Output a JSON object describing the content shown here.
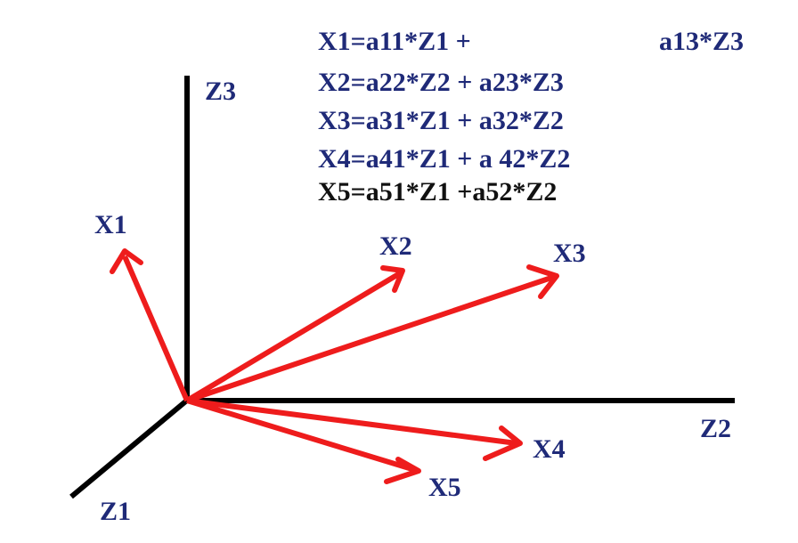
{
  "colors": {
    "axis": "#000000",
    "vector": "#ee1c1c",
    "label": "#1f2a78",
    "equation": "#1f2a78",
    "equation_last": "#111111"
  },
  "equations": {
    "x1_left": "X1=a11*Z1 +",
    "x1_right": "a13*Z3",
    "x2": "X2=a22*Z2 + a23*Z3",
    "x3": "X3=a31*Z1 + a32*Z2",
    "x4": "X4=a41*Z1 + a 42*Z2",
    "x5": "X5=a51*Z1 +a52*Z2"
  },
  "axes": {
    "z1": "Z1",
    "z2": "Z2",
    "z3": "Z3"
  },
  "vectors": {
    "x1": "X1",
    "x2": "X2",
    "x3": "X3",
    "x4": "X4",
    "x5": "X5"
  }
}
